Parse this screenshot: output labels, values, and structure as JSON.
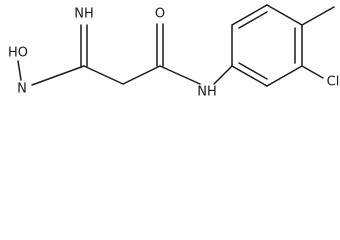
{
  "molecule": {
    "atoms": {
      "imine": "NH",
      "hydroxy": "HO",
      "amino": "N",
      "amide_nh": "NH",
      "carbonyl_o": "O",
      "chloro": "Cl"
    }
  }
}
